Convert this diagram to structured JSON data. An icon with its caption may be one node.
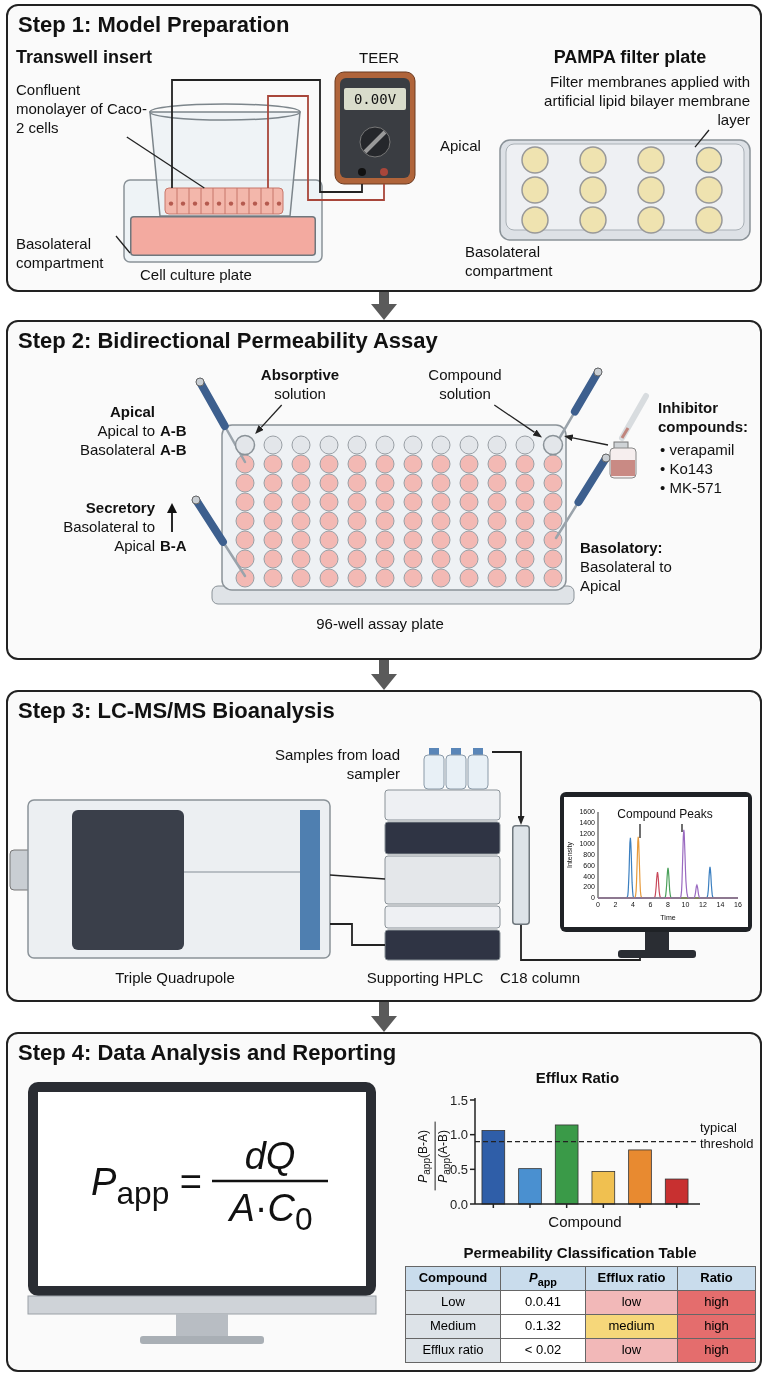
{
  "diagram": {
    "nodes": [
      {
        "text": [
          "Step 1: Model Preparation"
        ]
      },
      {
        "text": [
          "Step 2: Bidirectional Permeability Assay"
        ]
      },
      {
        "text": [
          "Step 3: LC-MS/MS Bioanalysis"
        ]
      },
      {
        "text": [
          "Step 4: Data Analysis and Reporting"
        ]
      },
      {
        "text": [
          "Confluent monolayer of Caco-2 cells"
        ],
        "in": 0
      },
      {
        "text": [],
        "shape": "picture",
        "in": 0
      },
      {
        "text": [
          "Basolateral compartment"
        ],
        "in": 0
      },
      {
        "text": [],
        "shape": "box",
        "in": 0
      },
      {
        "text": [
          "Filter membranes applied with artificial lipid bilayer membrane layer"
        ],
        "in": 0
      },
      {
        "text": [],
        "shape": "circle",
        "in": 0
      },
      {
        "text": [
          "**Absorptive** solution"
        ],
        "in": 1
      },
      {
        "text": [],
        "shape": "circle",
        "in": 1
      },
      {
        "text": [
          "Compound solution"
        ],
        "in": 1
      },
      {
        "text": [],
        "shape": "circle",
        "in": 1
      },
      {
        "text": [],
        "shape": "picture",
        "in": 1
      },
      {
        "text": [
          "Compound Peaks"
        ],
        "in": 21
      },
      {
        "text": [],
        "shape": "picture",
        "in": 2
      },
      {
        "text": [],
        "shape": "box",
        "in": 2
      },
      {
        "text": [],
        "shape": "picture",
        "in": 0
      },
      {
        "text": [],
        "shape": "picture",
        "in": 2,
        "beside": [
          "Triple Quadrupole"
        ]
      },
      {
        "text": [],
        "shape": "picture",
        "in": 2,
        "beside": [
          "Supporting HPLC"
        ]
      },
      {
        "text": [],
        "shape": "picture",
        "in": 2
      }
    ],
    "edges": [
      {
        "from": 0,
        "to": 1,
        "arrow": "to",
        "style": "thick",
        "color": "#5a5a5a"
      },
      {
        "from": 1,
        "to": 2,
        "arrow": "to",
        "style": "thick",
        "color": "#5a5a5a"
      },
      {
        "from": 2,
        "to": 3,
        "arrow": "to",
        "style": "thick",
        "color": "#5a5a5a"
      },
      {
        "from": 4,
        "to": 5,
        "arrow": "none"
      },
      {
        "from": 6,
        "to": 7,
        "arrow": "none"
      },
      {
        "from": 8,
        "to": 9,
        "arrow": "none"
      },
      {
        "from": 10,
        "to": 11,
        "arrow": "to"
      },
      {
        "from": 12,
        "to": 13,
        "arrow": "to"
      },
      {
        "from": 14,
        "to": 13,
        "arrow": "to"
      },
      {
        "from": 16,
        "to": 17,
        "arrow": "to"
      },
      {
        "from": 15,
        "to": null,
        "arrow": "none"
      },
      {
        "from": 15,
        "to": null,
        "arrow": "none"
      },
      {
        "from": 5,
        "to": 18,
        "arrow": "none"
      },
      {
        "from": 5,
        "to": 18,
        "arrow": "none",
        "color": "#a8463a"
      },
      {
        "from": 19,
        "to": 20,
        "arrow": "none"
      },
      {
        "from": 19,
        "to": 20,
        "arrow": "none"
      },
      {
        "from": 17,
        "to": 21,
        "arrow": "none"
      }
    ],
    "labels": [
      "Transwell insert",
      "TEER",
      "0.00V",
      "PAMPA filter plate",
      "Apical",
      "Cell culture plate",
      "Basolateral compartment",
      "Apical",
      "Apical to Basolateral",
      "A-B",
      "A-B",
      "Secretory",
      "Basolateral to Apical",
      "B-A",
      "Inhibitor compounds:",
      "• verapamil",
      "• Ko143",
      "• MK-571",
      "Basolatory:",
      "Basolateral to Apical",
      "96-well assay plate",
      "1600",
      "1400",
      "1200",
      "1000",
      "800",
      "600",
      "400",
      "200",
      "0",
      "0",
      "2",
      "4",
      "6",
      "8",
      "10",
      "12",
      "14",
      "16",
      "Intensity",
      "Time",
      "*P*$_{app}$ =",
      "*dQ*",
      "*A*·*C*$_{0}$",
      "Permeability Classification Table",
      "Compound",
      "*P*$_{app}$",
      "Efflux ratio",
      "Ratio",
      "Low",
      "0.0.41",
      "low",
      "high",
      "Medium",
      "0.1.32",
      "medium",
      "high",
      "Efflux ratio",
      "< 0.02",
      "low",
      "high",
      "Samples from load sampler",
      "C18 column"
    ],
    "chart_data": {
      "type": "bar",
      "title": "Efflux Ratio",
      "xlabel": "Compound",
      "ylabel": "*P*$_{app}$(B-A) *P*$_{app}$(A-B)",
      "categories": [
        null,
        null,
        null,
        null,
        null,
        null
      ],
      "values": [
        1.06,
        0.51,
        1.14,
        0.47,
        0.78,
        0.36
      ],
      "ylim": [
        0,
        1.5
      ],
      "yticks": [
        {
          "value": 0,
          "label": "0.0"
        },
        {
          "value": 0.5,
          "label": "0.5"
        },
        {
          "value": 1,
          "label": "1.0"
        },
        {
          "value": 1.5,
          "label": "1.5"
        }
      ],
      "ref_lines": [
        {
          "axis": "y",
          "value": 0.9,
          "label": "typical threshold"
        }
      ]
    }
  }
}
